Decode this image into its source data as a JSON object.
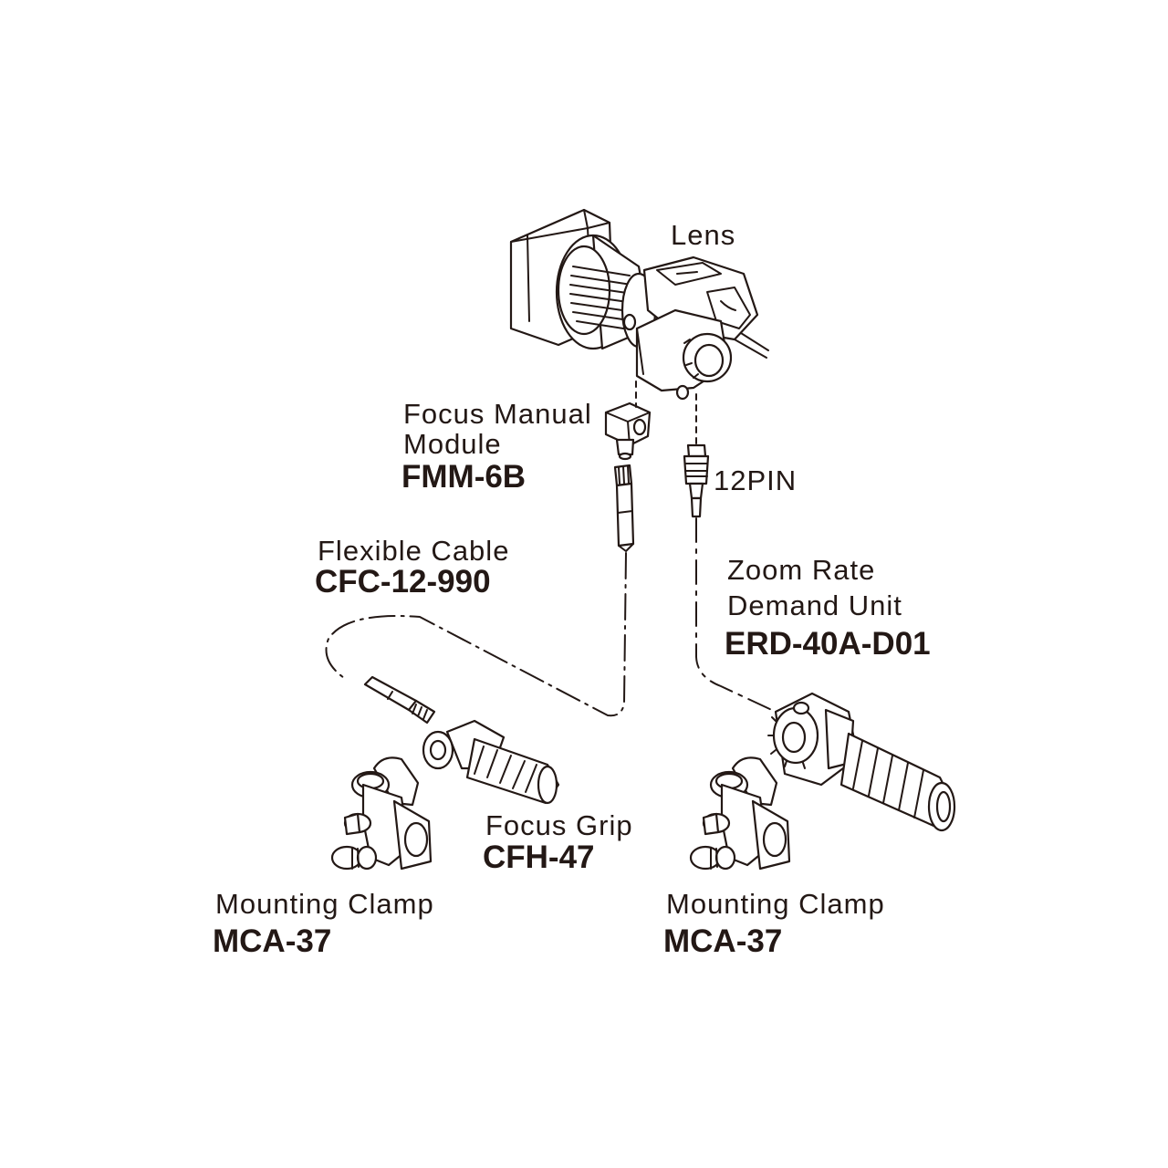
{
  "labels": {
    "lens": "Lens",
    "fmm_name_line1": "Focus Manual",
    "fmm_name_line2": "Module",
    "fmm_model": "FMM-6B",
    "connector": "12PIN",
    "cable_name": "Flexible Cable",
    "cable_model": "CFC-12-990",
    "zoom_name_line1": "Zoom Rate",
    "zoom_name_line2": "Demand Unit",
    "zoom_model": "ERD-40A-D01",
    "grip_name": "Focus Grip",
    "grip_model": "CFH-47",
    "clamp_left_name": "Mounting Clamp",
    "clamp_left_model": "MCA-37",
    "clamp_right_name": "Mounting Clamp",
    "clamp_right_model": "MCA-37"
  },
  "colors": {
    "ink": "#231815",
    "background": "#ffffff"
  }
}
